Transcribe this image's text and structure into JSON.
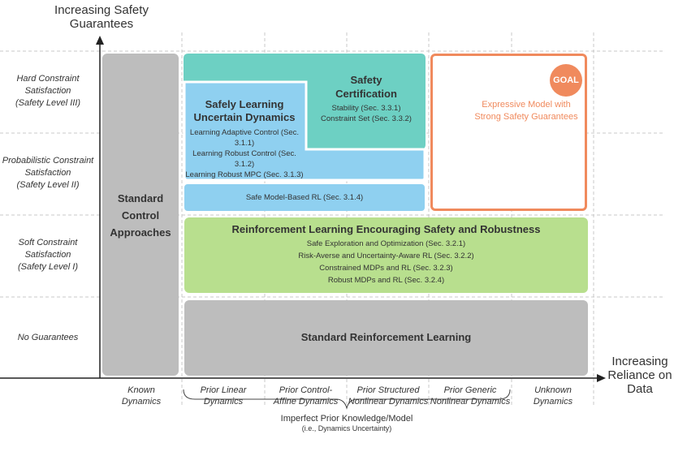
{
  "y_axis_title": "Increasing Safety Guarantees",
  "x_axis_title": "Increasing Reliance on Data",
  "y_levels": [
    "Hard Constraint Satisfaction (Safety Level III)",
    "Probabilistic Constraint Satisfaction (Safety Level II)",
    "Soft Constraint Satisfaction (Safety Level I)",
    "No Guarantees"
  ],
  "y_level_lines": {
    "hard": [
      "Hard Constraint",
      "Satisfaction",
      "(Safety Level III)"
    ],
    "prob": [
      "Probabilistic Constraint",
      "Satisfaction",
      "(Safety Level II)"
    ],
    "soft": [
      "Soft Constraint",
      "Satisfaction",
      "(Safety Level I)"
    ],
    "none": [
      "No Guarantees"
    ]
  },
  "x_categories": [
    [
      "Known",
      "Dynamics"
    ],
    [
      "Prior Linear",
      "Dynamics"
    ],
    [
      "Prior Control-",
      "Affine Dynamics"
    ],
    [
      "Prior Structured",
      "Nonlinear Dynamics"
    ],
    [
      "Prior Generic",
      "Nonlinear Dynamics"
    ],
    [
      "Unknown",
      "Dynamics"
    ]
  ],
  "brace_label": {
    "main": "Imperfect Prior Knowledge/Model",
    "sub": "(i.e., Dynamics Uncertainty)"
  },
  "boxes": {
    "standard_control": [
      "Standard",
      "Control",
      "Approaches"
    ],
    "safety_cert": {
      "title": [
        "Safety",
        "Certification"
      ],
      "items": [
        "Stability (Sec. 3.3.1)",
        "Constraint Set (Sec. 3.3.2)"
      ]
    },
    "safely_learning": {
      "title": [
        "Safely Learning",
        "Uncertain Dynamics"
      ],
      "items": [
        "Learning Adaptive Control (Sec. 3.1.1)",
        "Learning Robust Control (Sec. 3.1.2)",
        "Learning Robust MPC (Sec. 3.1.3)"
      ]
    },
    "safe_mbrl": "Safe Model-Based RL (Sec. 3.1.4)",
    "rl_safety": {
      "title": "Reinforcement Learning Encouraging Safety and Robustness",
      "items": [
        "Safe Exploration and Optimization (Sec. 3.2.1)",
        "Risk-Averse and Uncertainty-Aware RL (Sec. 3.2.2)",
        "Constrained MDPs and RL (Sec. 3.2.3)",
        "Robust MDPs and RL (Sec. 3.2.4)"
      ]
    },
    "standard_rl": "Standard Reinforcement Learning",
    "goal": {
      "badge": "GOAL",
      "lines": [
        "Expressive Model with",
        "Strong Safety Guarantees"
      ]
    }
  },
  "colors": {
    "gray": "#bdbdbd",
    "teal": "#6dd0c3",
    "blue": "#8fd0f0",
    "green": "#b8df8e",
    "goal": "#f08a5d"
  }
}
